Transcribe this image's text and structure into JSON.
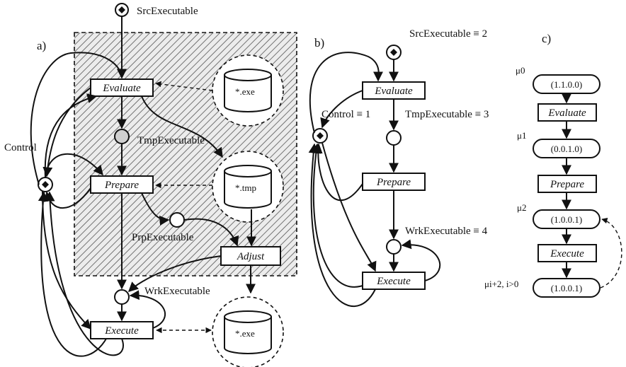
{
  "panels": {
    "a": "a)",
    "b": "b)",
    "c": "c)"
  },
  "a": {
    "places": {
      "src": "SrcExecutable",
      "tmp": "TmpExecutable",
      "prp": "PrpExecutable",
      "wrk": "WrkExecutable",
      "control": "Control"
    },
    "transitions": {
      "evaluate": "Evaluate",
      "prepare": "Prepare",
      "adjust": "Adjust",
      "execute": "Execute"
    },
    "files": {
      "exe_top": "*.exe",
      "tmp": "*.tmp",
      "exe_bottom": "*.exe"
    }
  },
  "b": {
    "places": {
      "src": "SrcExecutable ≡ 2",
      "control": "Control ≡ 1",
      "tmp": "TmpExecutable ≡ 3",
      "wrk": "WrkExecutable ≡ 4"
    },
    "transitions": {
      "evaluate": "Evaluate",
      "prepare": "Prepare",
      "execute": "Execute"
    }
  },
  "c": {
    "states": [
      {
        "label": "μ0",
        "marking": "(1.1.0.0)"
      },
      {
        "label": "μ1",
        "marking": "(0.0.1.0)"
      },
      {
        "label": "μ2",
        "marking": "(1.0.0.1)"
      },
      {
        "label": "μi+2, i>0",
        "marking": "(1.0.0.1)"
      }
    ],
    "transitions": [
      "Evaluate",
      "Prepare",
      "Execute"
    ]
  }
}
